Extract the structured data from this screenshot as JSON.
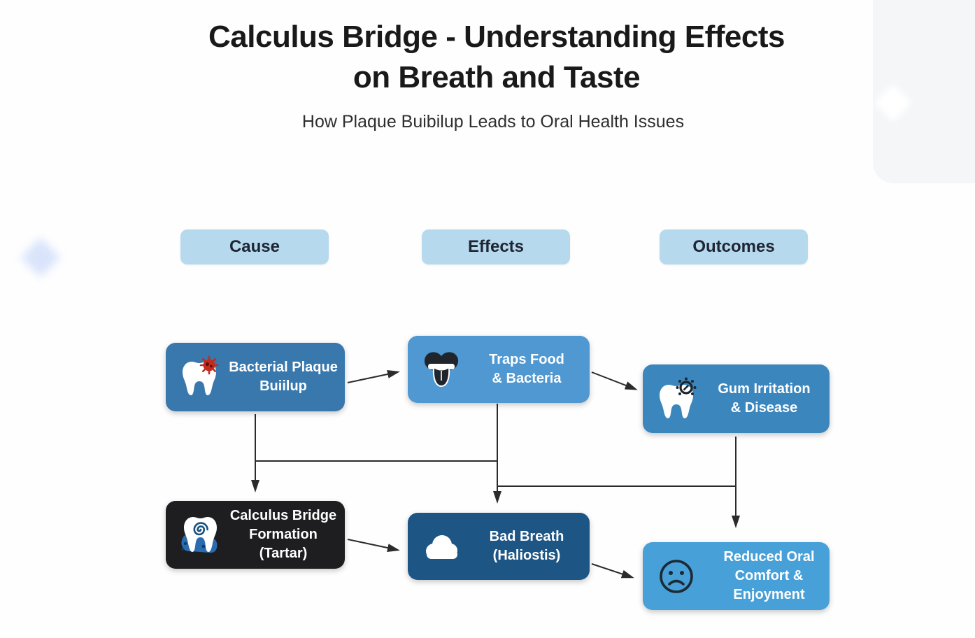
{
  "title": "Calculus Bridge - Understanding Effects\non Breath and Taste",
  "subtitle": "How Plaque Buibilup Leads to Oral Health Issues",
  "columns": {
    "cause": "Cause",
    "effects": "Effects",
    "outcomes": "Outcomes"
  },
  "boxes": [
    {
      "id": "bacterial-plaque",
      "label": "Bacterial Plaque\nBuiilup",
      "icon": "tooth-with-red-germ-icon",
      "column": "Cause"
    },
    {
      "id": "traps-food",
      "label": "Traps Food\n& Bacteria",
      "icon": "tongue-mouth-icon",
      "column": "Effects"
    },
    {
      "id": "gum-irritation",
      "label": "Gum Irritation\n& Disease",
      "icon": "tooth-with-irritation-icon",
      "column": "Outcomes"
    },
    {
      "id": "calculus-bridge",
      "label": "Calculus Bridge\nFormation\n(Tartar)",
      "icon": "tooth-spiral-tartar-icon",
      "column": "Cause"
    },
    {
      "id": "bad-breath",
      "label": "Bad Breath\n(Haliostis)",
      "icon": "cloud-icon",
      "column": "Effects"
    },
    {
      "id": "reduced-comfort",
      "label": "Reduced Oral\nComfort & Enjoyment",
      "icon": "sad-face-icon",
      "column": "Outcomes"
    }
  ],
  "colors": {
    "title-text": "#191919",
    "subtitle-text": "#2e2e2e",
    "pill-bg": "#b7d9ee",
    "pill-text": "#1e2533",
    "box1-bg": "#3878ad",
    "box2-bg": "#4f98d2",
    "box3-bg": "#3a86bd",
    "box4-bg": "#1e1e20",
    "box5-bg": "#1d5585",
    "box6-bg": "#47a0d8",
    "box-text": "#ffffff",
    "line": "#2b2b2b",
    "germ-red": "#c42a1e",
    "tartar-blue": "#2a6cb0",
    "sparkle": "#d9e4fb"
  }
}
